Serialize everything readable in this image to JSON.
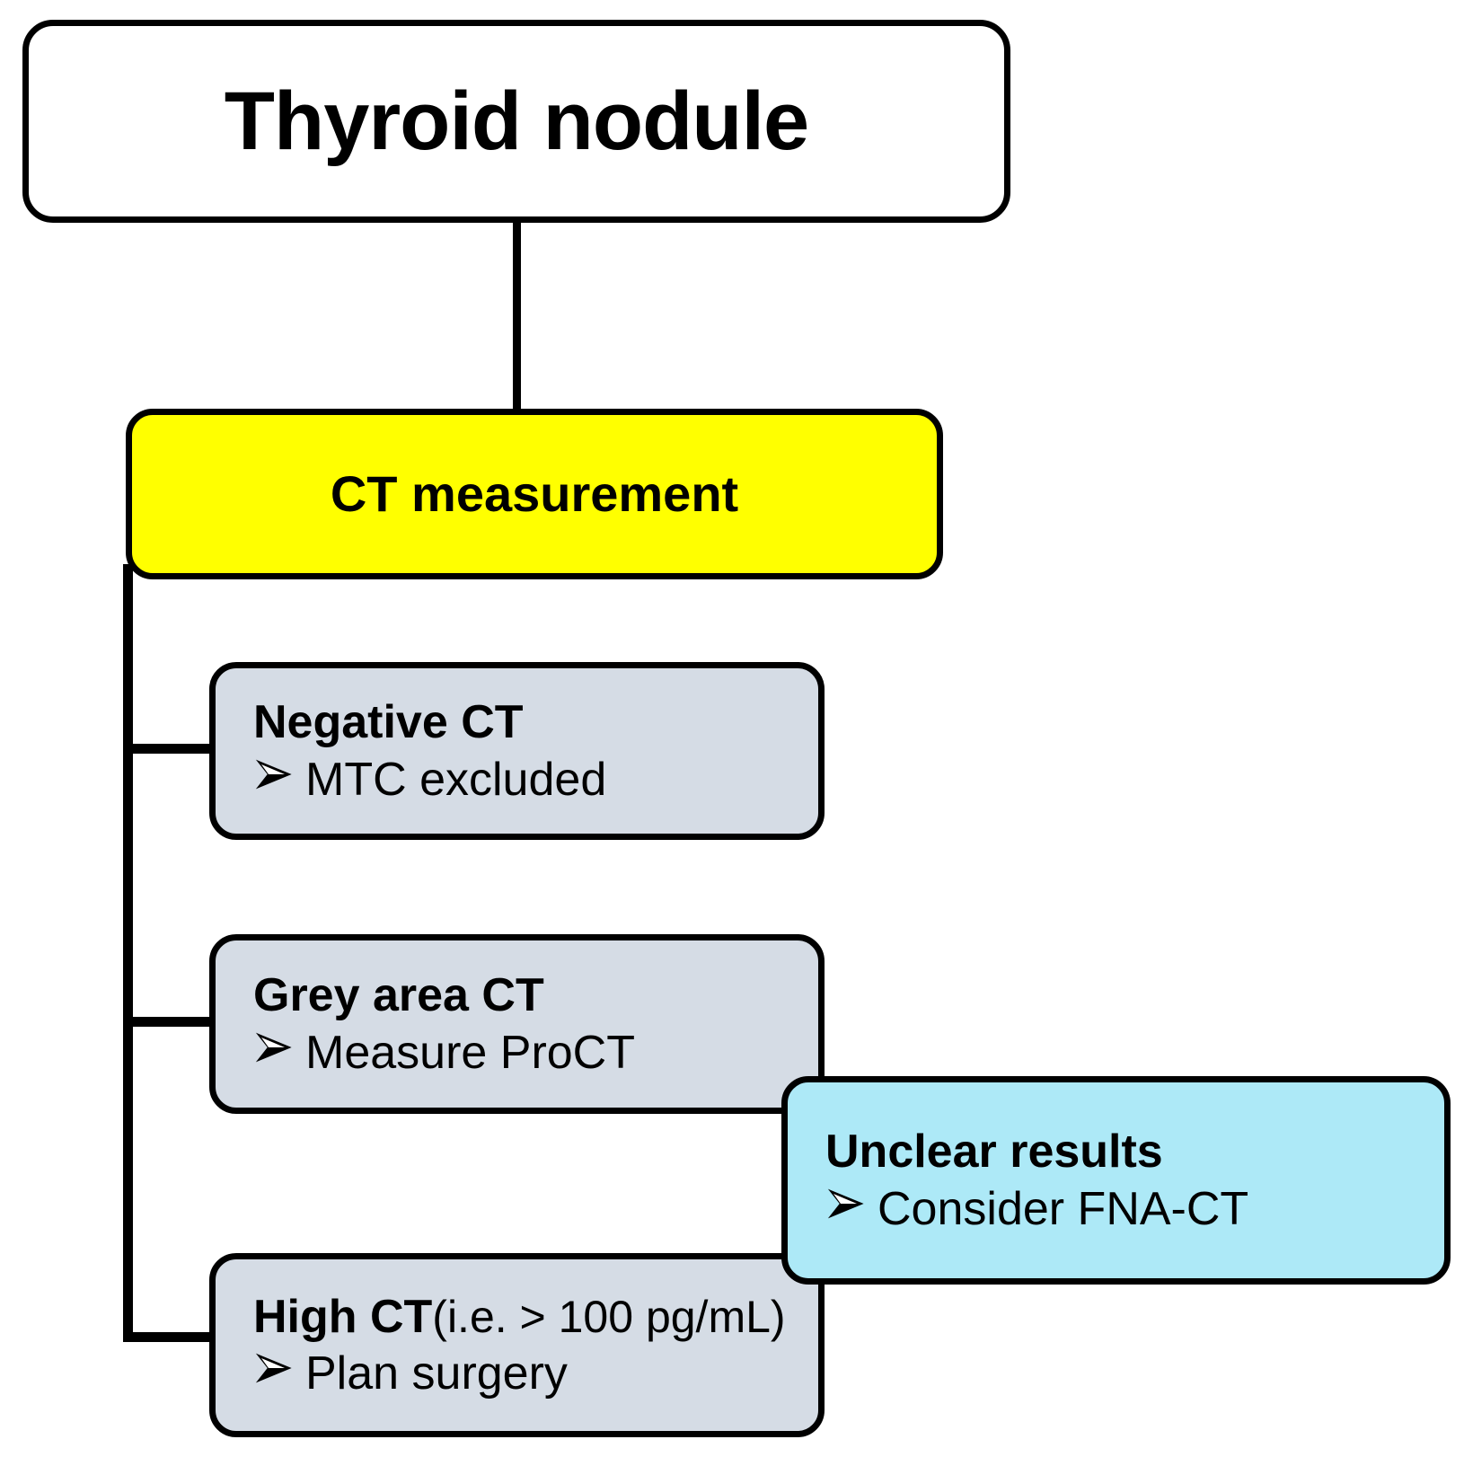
{
  "diagram": {
    "title_node": {
      "label": "Thyroid nodule"
    },
    "decision_node": {
      "label": "CT measurement"
    },
    "outcomes": [
      {
        "heading": "Negative CT",
        "qualifier": "",
        "bullet": "MTC excluded",
        "bullet_icon": "arrowhead-bullet-icon",
        "fill": "#d5dce5"
      },
      {
        "heading": "Grey area CT",
        "qualifier": "",
        "bullet": "Measure ProCT",
        "bullet_icon": "arrowhead-bullet-icon",
        "fill": "#d5dce5"
      },
      {
        "heading": "High CT",
        "qualifier": "(i.e. > 100 pg/mL)",
        "bullet": "Plan surgery",
        "bullet_icon": "arrowhead-bullet-icon",
        "fill": "#d5dce5"
      }
    ],
    "side_node": {
      "heading": "Unclear results",
      "bullet": "Consider FNA-CT",
      "bullet_icon": "arrowhead-bullet-icon",
      "fill": "#ade9f7"
    },
    "colors": {
      "decision_fill": "#ffff00",
      "outcome_fill": "#d5dce5",
      "side_fill": "#ade9f7",
      "stroke": "#000000",
      "background": "#ffffff"
    }
  }
}
